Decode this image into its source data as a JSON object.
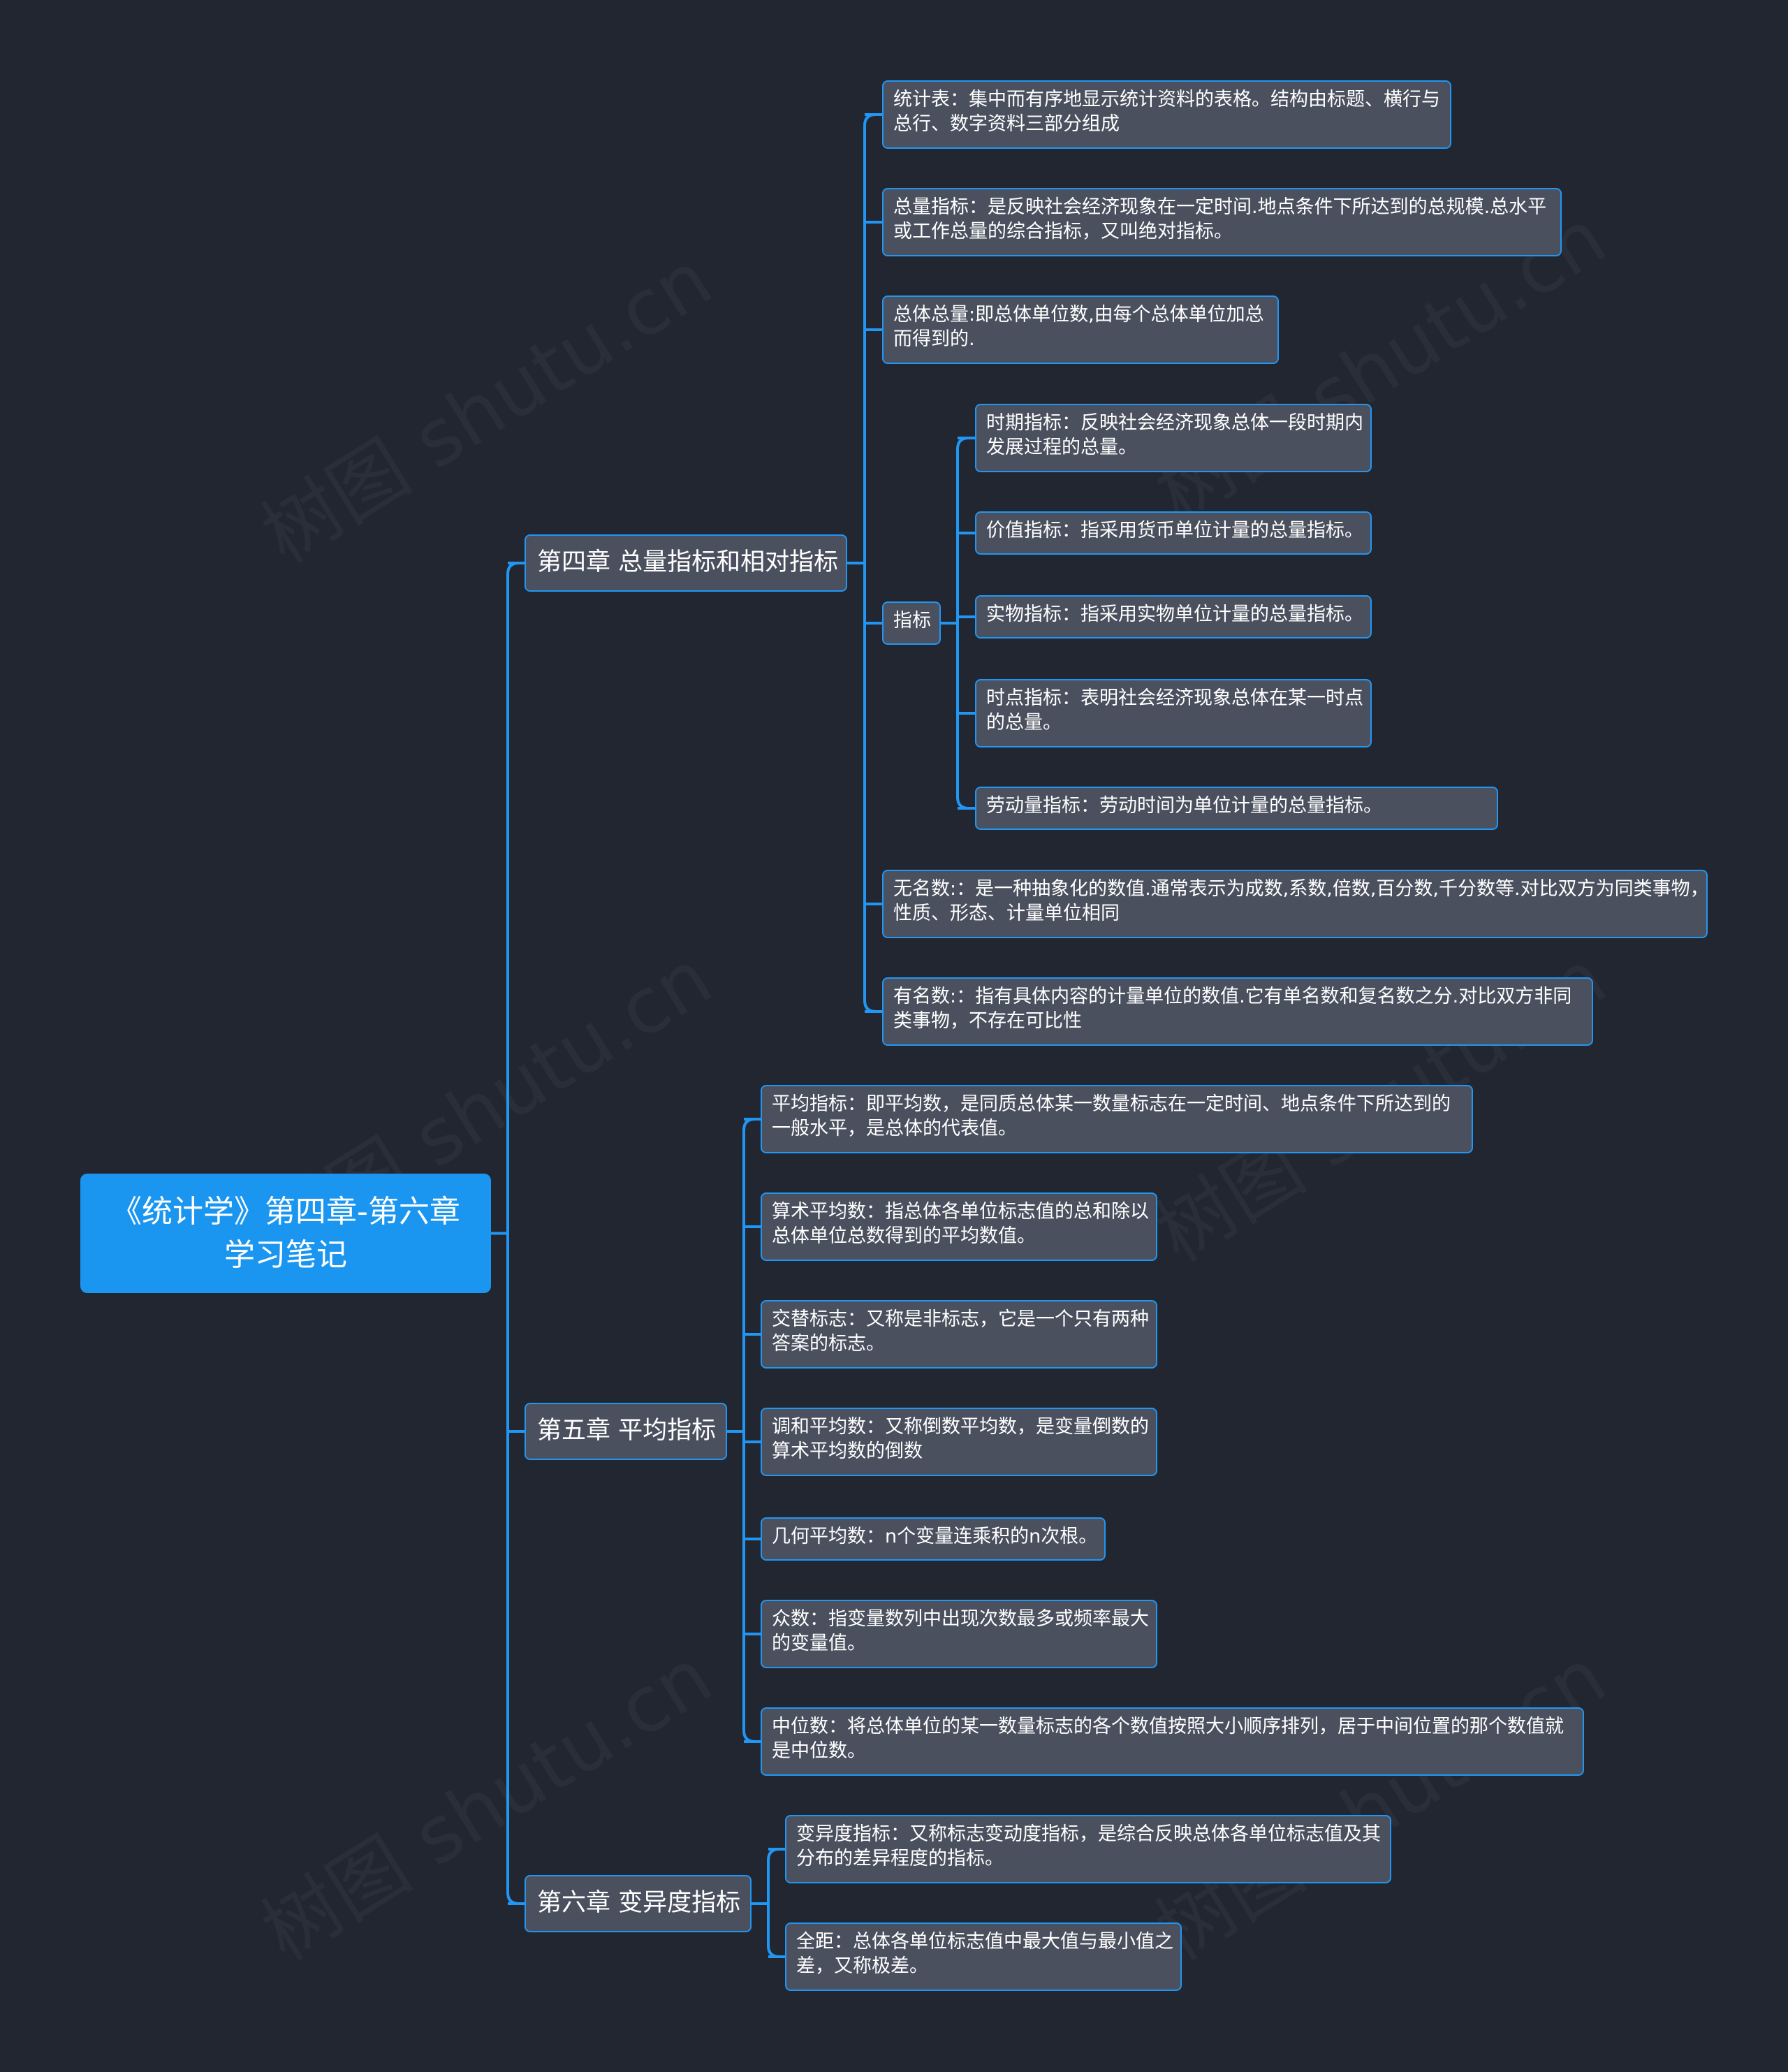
{
  "root": {
    "line1": "《统计学》第四章-第六章",
    "line2": "学习笔记"
  },
  "chapter4": {
    "title": "第四章 总量指标和相对指标",
    "n1": [
      "统计表：集中而有序地显示统计资料的表格。结构由标题、横行与",
      "总行、数字资料三部分组成"
    ],
    "n2": [
      "总量指标：是反映社会经济现象在一定时间.地点条件下所达到的总规模.总水平",
      "或工作总量的综合指标，又叫绝对指标。"
    ],
    "n3": [
      "总体总量:即总体单位数,由每个总体单位加总",
      "而得到的."
    ],
    "zhibiao": {
      "label": "指标",
      "c1": [
        "时期指标：反映社会经济现象总体一段时期内",
        "发展过程的总量。"
      ],
      "c2": [
        "价值指标：指采用货币单位计量的总量指标。"
      ],
      "c3": [
        "实物指标：指采用实物单位计量的总量指标。"
      ],
      "c4": [
        "时点指标：表明社会经济现象总体在某一时点",
        "的总量。"
      ],
      "c5": [
        "劳动量指标：劳动时间为单位计量的总量指标。"
      ]
    },
    "n4": [
      "无名数:：是一种抽象化的数值.通常表示为成数,系数,倍数,百分数,千分数等.对比双方为同类事物，",
      "性质、形态、计量单位相同"
    ],
    "n5": [
      "有名数:：指有具体内容的计量单位的数值.它有单名数和复名数之分.对比双方非同",
      "类事物，不存在可比性"
    ]
  },
  "chapter5": {
    "title": "第五章 平均指标",
    "n1": [
      "平均指标：即平均数，是同质总体某一数量标志在一定时间、地点条件下所达到的",
      "一般水平，是总体的代表值。"
    ],
    "n2": [
      "算术平均数：指总体各单位标志值的总和除以",
      "总体单位总数得到的平均数值。"
    ],
    "n3": [
      "交替标志：又称是非标志，它是一个只有两种",
      "答案的标志。"
    ],
    "n4": [
      "调和平均数：又称倒数平均数，是变量倒数的",
      "算术平均数的倒数"
    ],
    "n5": [
      "几何平均数：n个变量连乘积的n次根。"
    ],
    "n6": [
      "众数：指变量数列中出现次数最多或频率最大",
      "的变量值。"
    ],
    "n7": [
      "中位数：将总体单位的某一数量标志的各个数值按照大小顺序排列，居于中间位置的那个数值就",
      "是中位数。"
    ]
  },
  "chapter6": {
    "title": "第六章 变异度指标",
    "n1": [
      "变异度指标：又称标志变动度指标，是综合反映总体各单位标志值及其",
      "分布的差异程度的指标。"
    ],
    "n2": [
      "全距：总体各单位标志值中最大值与最小值之",
      "差，又称极差。"
    ]
  },
  "watermark": "树图 shutu.cn",
  "colors": {
    "background": "#222630",
    "node": "#4a505e",
    "accent": "#2196f3",
    "root": "#1a96f0"
  }
}
